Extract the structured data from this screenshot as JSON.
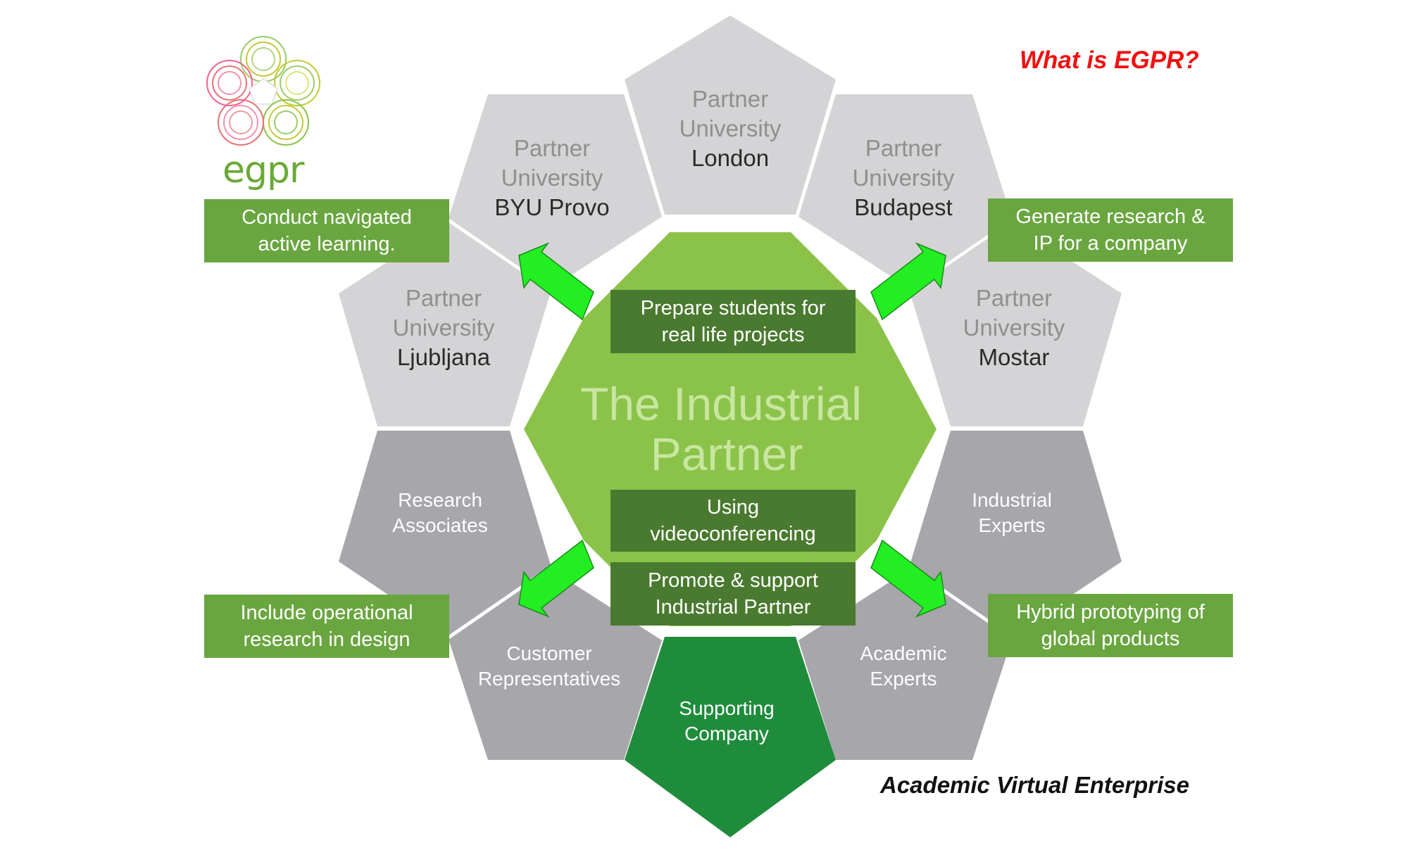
{
  "header": {
    "title": "What is EGPR?"
  },
  "logo": {
    "text": "egpr"
  },
  "footer": {
    "caption": "Academic Virtual Enterprise"
  },
  "center": {
    "title_line1": "The Industrial",
    "title_line2": "Partner"
  },
  "partners": [
    {
      "id": "london",
      "line1": "Partner",
      "line2": "University",
      "line3": "London"
    },
    {
      "id": "budapest",
      "line1": "Partner",
      "line2": "University",
      "line3": "Budapest"
    },
    {
      "id": "mostar",
      "line1": "Partner",
      "line2": "University",
      "line3": "Mostar"
    },
    {
      "id": "ljubljana",
      "line1": "Partner",
      "line2": "University",
      "line3": "Ljubljana"
    },
    {
      "id": "byu",
      "line1": "Partner",
      "line2": "University",
      "line3": "BYU Provo"
    }
  ],
  "roles": [
    {
      "id": "industrial-experts",
      "line1": "Industrial",
      "line2": "Experts"
    },
    {
      "id": "academic-experts",
      "line1": "Academic",
      "line2": "Experts"
    },
    {
      "id": "customer-reps",
      "line1": "Customer",
      "line2": "Representatives"
    },
    {
      "id": "research-associates",
      "line1": "Research",
      "line2": "Associates"
    }
  ],
  "supporting": {
    "line1": "Supporting",
    "line2": "Company"
  },
  "outer_boxes": {
    "top_left": "Conduct navigated\nactive learning.",
    "top_right": "Generate research &\nIP for a company",
    "bottom_left": "Include operational\nresearch in design",
    "bottom_right": "Hybrid prototyping of\nglobal products"
  },
  "inner_boxes": {
    "top": "Prepare students for\nreal life projects",
    "middle": "Using\nvideoconferencing",
    "bottom": "Promote & support\nIndustrial Partner"
  },
  "colors": {
    "partner_fill": "#d4d4d6",
    "partner_text": "#8f8f8f",
    "partner_city": "#2a2a2a",
    "role_fill": "#a6a6ab",
    "supporting_fill": "#1f8c3c",
    "center_fill": "#8bc34a",
    "center_text": "#c8e6a0",
    "arrow_fill": "#22ee22",
    "title_red": "#ee1111"
  }
}
